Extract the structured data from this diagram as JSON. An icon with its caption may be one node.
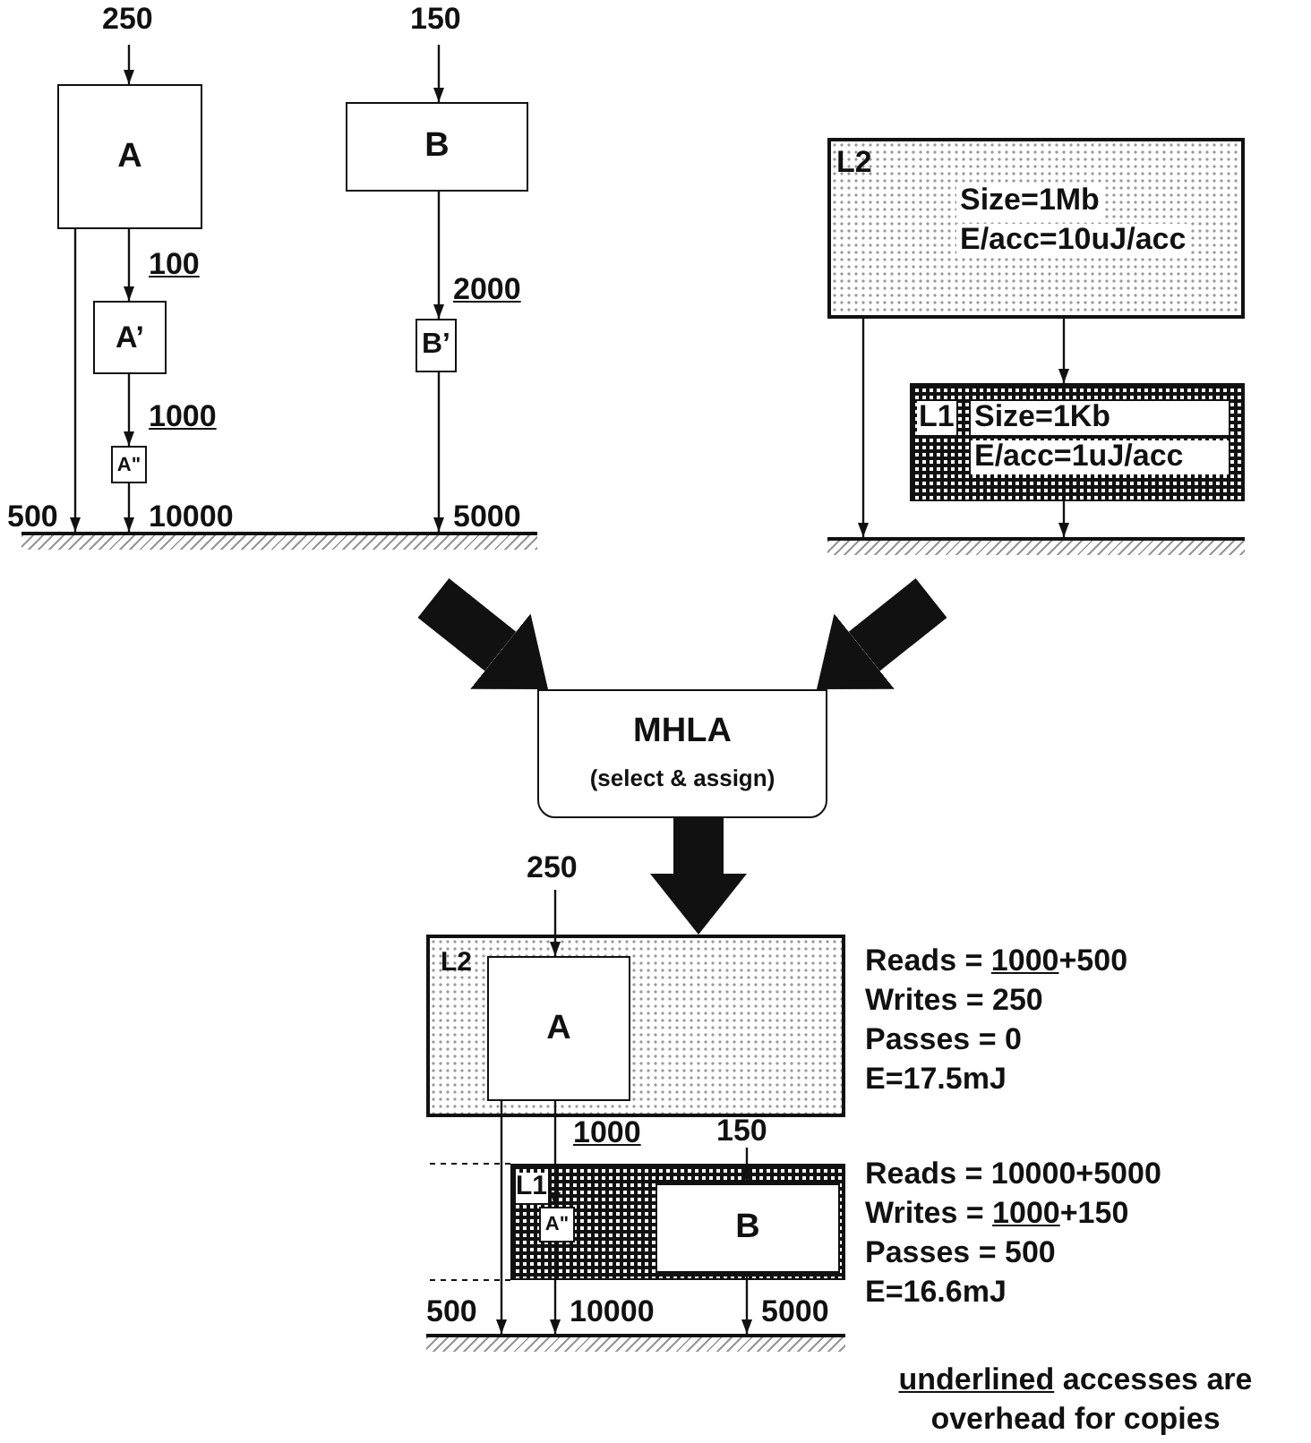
{
  "diagram": {
    "nodes": [
      {
        "text": [
          "A"
        ]
      },
      {
        "text": [
          "A’"
        ]
      },
      {
        "text": [
          "A\""
        ]
      },
      {
        "text": [
          "B"
        ]
      },
      {
        "text": [
          "B’"
        ]
      },
      {
        "text": [
          "L2",
          "Size=1Mb",
          "E/acc=10uJ/acc"
        ]
      },
      {
        "text": [
          "L1",
          "Size=1Kb",
          "E/acc=1uJ/acc"
        ]
      },
      {
        "text": [
          "MHLA",
          "(select & assign)"
        ]
      },
      {
        "text": [],
        "shape": "bar"
      },
      {
        "text": [],
        "shape": "bar"
      },
      {
        "text": [
          "L2"
        ]
      },
      {
        "text": [
          "A"
        ],
        "in": 10
      },
      {
        "text": [
          "L1"
        ]
      },
      {
        "text": [
          "A\""
        ],
        "in": 12
      },
      {
        "text": [
          "B"
        ],
        "in": 12
      },
      {
        "text": [],
        "shape": "bar"
      }
    ],
    "edges": [
      {
        "from": null,
        "to": 0,
        "arrow": "to",
        "label": "250"
      },
      {
        "from": 0,
        "to": 1,
        "arrow": "to",
        "label": "100"
      },
      {
        "from": 1,
        "to": 2,
        "arrow": "to",
        "label": "1000"
      },
      {
        "from": 0,
        "to": 8,
        "arrow": "to",
        "label": "500"
      },
      {
        "from": 2,
        "to": 8,
        "arrow": "to",
        "label": "10000"
      },
      {
        "from": null,
        "to": 3,
        "arrow": "to",
        "label": "150"
      },
      {
        "from": 3,
        "to": 4,
        "arrow": "to",
        "label": "2000"
      },
      {
        "from": 4,
        "to": 8,
        "arrow": "to",
        "label": "5000"
      },
      {
        "from": 5,
        "to": 9,
        "arrow": "to"
      },
      {
        "from": 5,
        "to": 6,
        "arrow": "to"
      },
      {
        "from": 6,
        "to": 9,
        "arrow": "to"
      },
      {
        "from": null,
        "to": 7,
        "arrow": "to",
        "style": "thick"
      },
      {
        "from": null,
        "to": 7,
        "arrow": "to",
        "style": "thick"
      },
      {
        "from": 7,
        "to": 10,
        "arrow": "to",
        "style": "thick"
      },
      {
        "from": null,
        "to": 11,
        "arrow": "to",
        "label": "250"
      },
      {
        "from": 11,
        "to": 15,
        "arrow": "to",
        "label": "500"
      },
      {
        "from": 11,
        "to": 13,
        "arrow": "to",
        "label": "1000"
      },
      {
        "from": 13,
        "to": 15,
        "arrow": "to",
        "label": "10000"
      },
      {
        "from": null,
        "to": 14,
        "arrow": "to",
        "label": "150"
      },
      {
        "from": 14,
        "to": 15,
        "arrow": "to",
        "label": "5000"
      }
    ],
    "labels": [
      "Reads = 1000+500",
      "Writes = 250",
      "Passes = 0",
      "E=17.5mJ",
      "Reads = 10000+5000",
      "Writes = 1000+150",
      "Passes = 500",
      "E=16.6mJ",
      "underlined accesses are overhead for copies"
    ]
  }
}
